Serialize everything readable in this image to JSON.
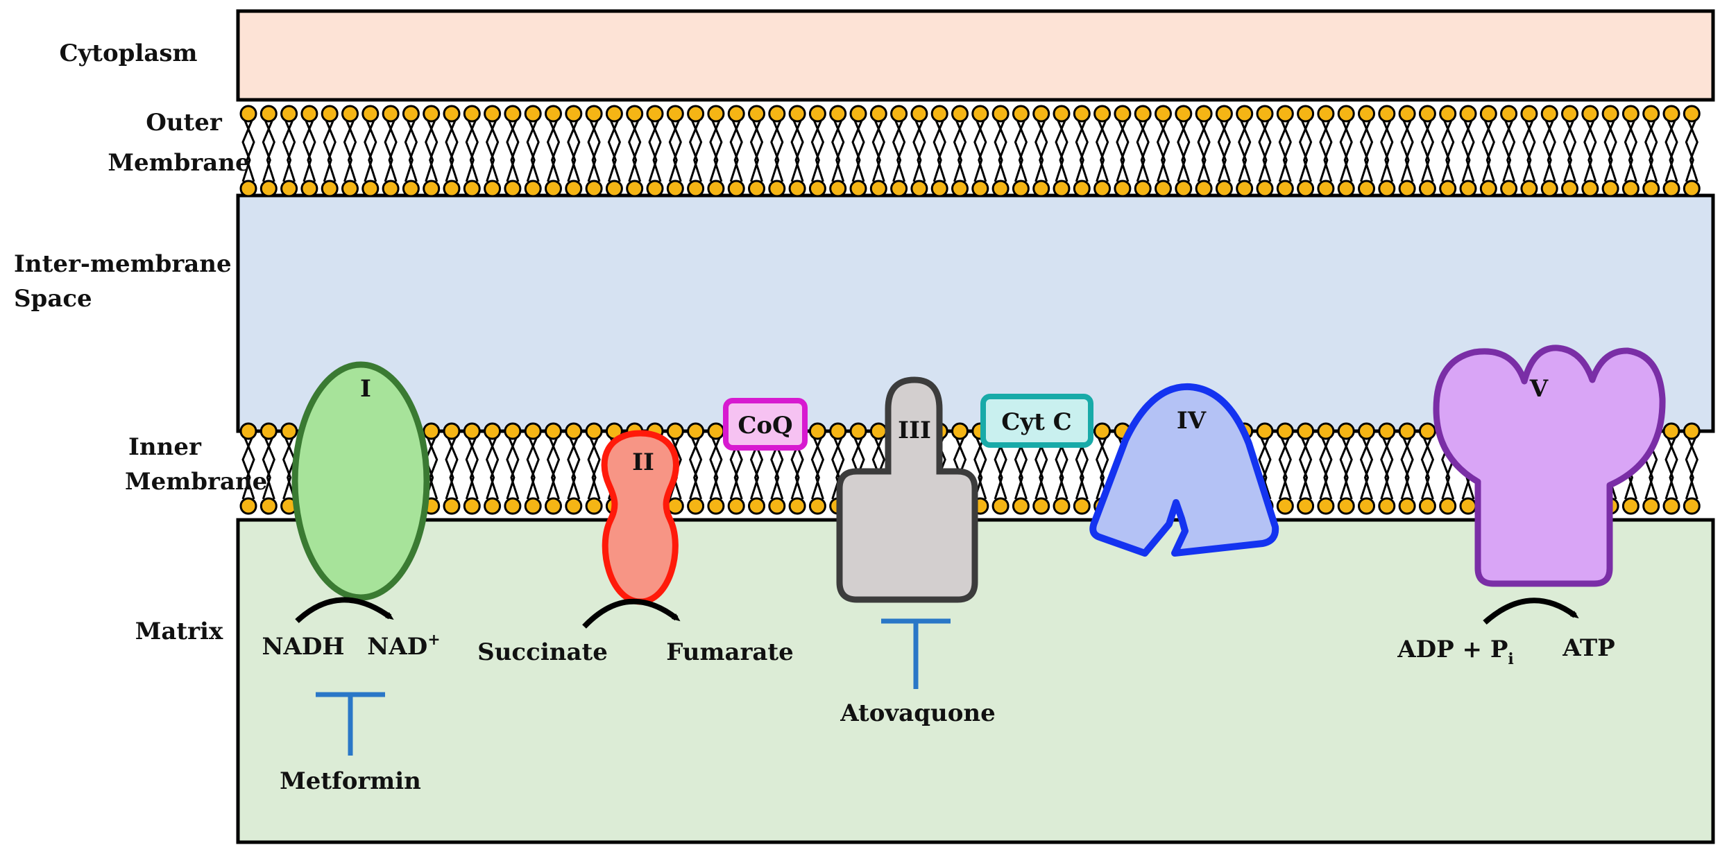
{
  "regions": {
    "cytoplasm": "Cytoplasm",
    "outer_membrane_1": "Outer",
    "outer_membrane_2": "Membrane",
    "intermembrane_1": "Inter-membrane",
    "intermembrane_2": "Space",
    "inner_membrane_1": "Inner",
    "inner_membrane_2": "Membrane",
    "matrix": "Matrix"
  },
  "complexes": {
    "c1": "I",
    "c2": "II",
    "c3": "III",
    "c4": "IV",
    "c5": "V"
  },
  "carriers": {
    "coq": "CoQ",
    "cytc": "Cyt C"
  },
  "reactions": {
    "nadh": "NADH",
    "nad": "NAD",
    "nad_sup": "+",
    "succinate": "Succinate",
    "fumarate": "Fumarate",
    "adp": "ADP + P",
    "adp_sub": "i",
    "atp": "ATP"
  },
  "inhibitors": {
    "metformin": "Metformin",
    "atovaquone": "Atovaquone"
  },
  "colors": {
    "cytoplasm": "#fde3d6",
    "intermembrane": "#d6e2f2",
    "matrix": "#dcecd6",
    "head": "#f5b515",
    "c1_fill": "#a7e39a",
    "c1_stroke": "#3a7a32",
    "c2_fill": "#f79585",
    "c2_stroke": "#ff1a0a",
    "c3_fill": "#d3cfcf",
    "c3_stroke": "#3c3c3c",
    "c4_fill": "#b4c2f5",
    "c4_stroke": "#1433f0",
    "c5_fill": "#d9a5f6",
    "c5_stroke": "#7a2ea6",
    "coq_fill": "#f6c2f2",
    "coq_stroke": "#d71ad0",
    "cytc_fill": "#c9f0ef",
    "cytc_stroke": "#18aaa8",
    "inhibitor": "#2a77c7"
  }
}
